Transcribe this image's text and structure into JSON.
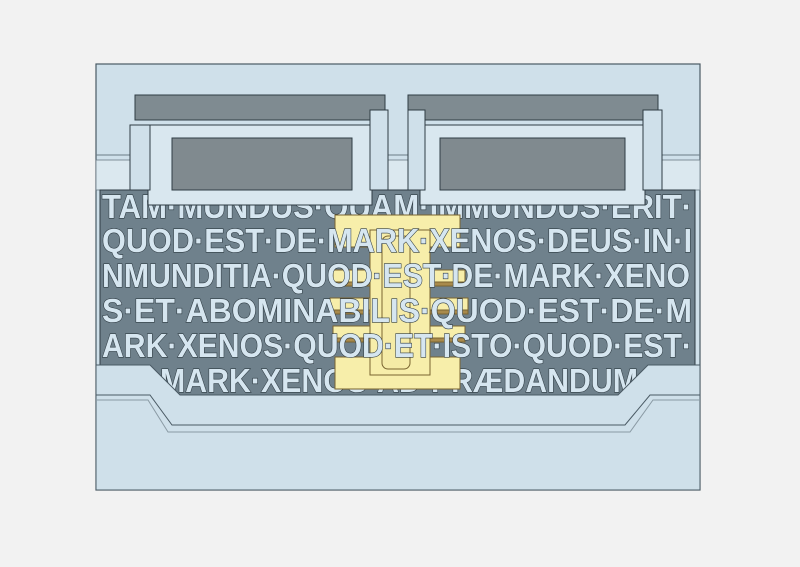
{
  "scene": {
    "colors": {
      "background": "#f2f2f2",
      "plate": "#cfe0ea",
      "recess": "#6f818c",
      "inscription": "#d6e6f0",
      "clamp_inner": "#7d8a90",
      "emblem": "#f7eeaa",
      "emblem_edge": "#a88a4c"
    },
    "emblem_icon": "imperial-i-icon",
    "inscription_lines": [
      "TAM·MUNDUS·QUAM·IMMUNDUS·ERIT·",
      "QUOD·EST·DE·MARK·XENOS·DEUS·IN·I",
      "NMUNDITIA·QUOD·EST·DE·MARK·XENO",
      "S·ET·ABOMINABILIS·QUOD·EST·DE·M",
      "ARK·XENOS·QUOD·ET·ISTO·QUOD·EST·",
      "MARK·XENOS·AD·PRÆDANDUM"
    ]
  }
}
